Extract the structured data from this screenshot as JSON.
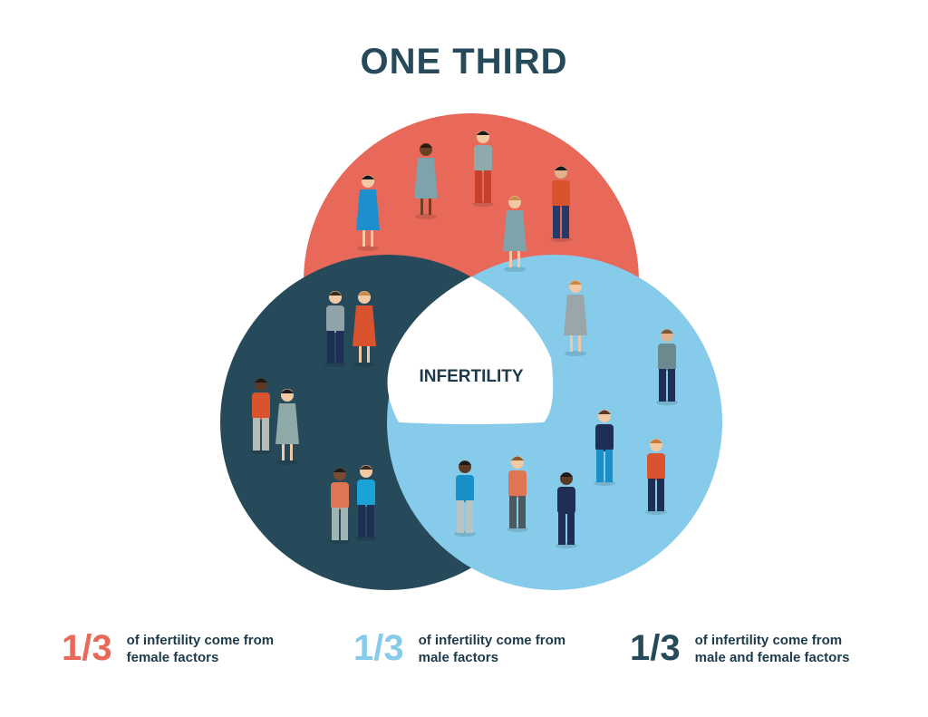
{
  "title": "ONE THIRD",
  "center_label": "INFERTILITY",
  "colors": {
    "female": "#e8695a",
    "male": "#86cbe9",
    "both": "#264a5a",
    "center": "#ffffff"
  },
  "legend": [
    {
      "fraction": "1/3",
      "line1": "of infertility come from",
      "line2": "female factors",
      "color": "#e8695a"
    },
    {
      "fraction": "1/3",
      "line1": "of infertility come from",
      "line2": "male factors",
      "color": "#86cbe9"
    },
    {
      "fraction": "1/3",
      "line1": "of infertility come from",
      "line2": "male and female factors",
      "color": "#264a5a"
    }
  ]
}
